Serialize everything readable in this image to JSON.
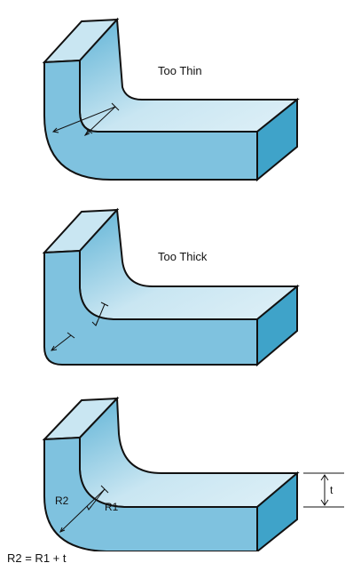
{
  "diagrams": [
    {
      "caption": "Too Thin"
    },
    {
      "caption": "Too Thick"
    },
    {
      "labels": {
        "outer_radius": "R2",
        "inner_radius": "R1",
        "thickness": "t"
      }
    }
  ],
  "formula": "R2 = R1 + t",
  "colors": {
    "front_face": "#7fc2df",
    "top_face": "#c9e6f2",
    "side_face": "#3fa3c9",
    "outline": "#111111"
  }
}
